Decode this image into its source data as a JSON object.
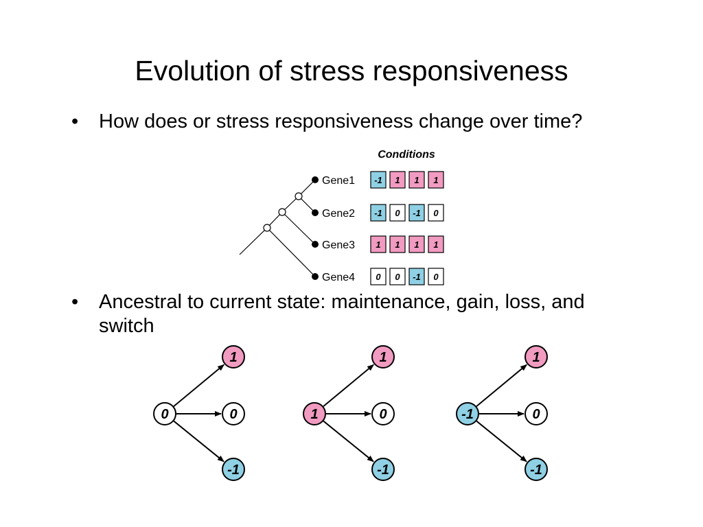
{
  "title": "Evolution of stress responsiveness",
  "bullets": [
    "How does or stress responsiveness change over time?",
    "Ancestral to current state: maintenance, gain, loss, and switch"
  ],
  "tree": {
    "conditions_label": "Conditions",
    "genes": [
      {
        "name": "Gene1",
        "values": [
          "-1",
          "1",
          "1",
          "1"
        ]
      },
      {
        "name": "Gene2",
        "values": [
          "-1",
          "0",
          "-1",
          "0"
        ]
      },
      {
        "name": "Gene3",
        "values": [
          "1",
          "1",
          "1",
          "1"
        ]
      },
      {
        "name": "Gene4",
        "values": [
          "0",
          "0",
          "-1",
          "0"
        ]
      }
    ]
  },
  "transitions": [
    {
      "from": "0",
      "to": [
        "1",
        "0",
        "-1"
      ]
    },
    {
      "from": "1",
      "to": [
        "1",
        "0",
        "-1"
      ]
    },
    {
      "from": "-1",
      "to": [
        "1",
        "0",
        "-1"
      ]
    }
  ],
  "colors": {
    "positive": "#f19bc1",
    "negative": "#8fd0e4",
    "neutral": "#ffffff"
  }
}
